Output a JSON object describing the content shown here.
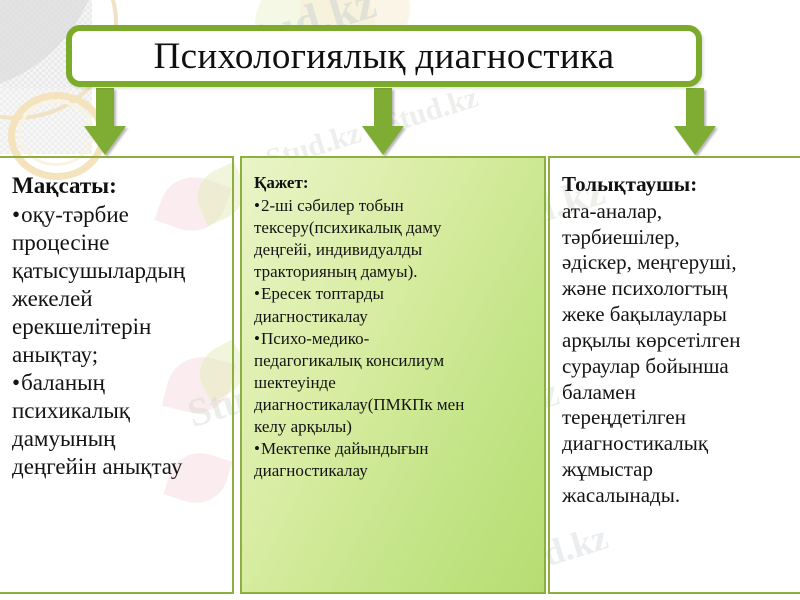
{
  "slide": {
    "title": "Психологиялық диагностика",
    "accent_color": "#7cab2c",
    "arrow_color": "#7fad34",
    "column_border_color": "#8cb03f",
    "mid_column_gradient_from": "#eaf4c8",
    "mid_column_gradient_to": "#b6dd73"
  },
  "watermarks": {
    "w1": "Stud.kz",
    "w2": "Stud.kz",
    "w3": "Stud.kz - Stud.kz",
    "w4": "Stud.kz",
    "w5": "Stud.kz",
    "w6": "Stud.kz",
    "w7": "Stud.kz",
    "w8": "Stud.kz"
  },
  "arrows": [
    {
      "name": "arrow-to-left-column",
      "label": "down-arrow"
    },
    {
      "name": "arrow-to-mid-column",
      "label": "down-arrow"
    },
    {
      "name": "arrow-to-right-column",
      "label": "down-arrow"
    }
  ],
  "columns": {
    "left": {
      "heading": "Мақсаты:",
      "lines": [
        {
          "bullet": true,
          "text": "оқу-тәрбие"
        },
        {
          "bullet": false,
          "text": "процесіне"
        },
        {
          "bullet": false,
          "text": "қатысушылардың"
        },
        {
          "bullet": false,
          "text": "жекелей"
        },
        {
          "bullet": false,
          "text": "ерекшелітерін"
        },
        {
          "bullet": false,
          "text": "анықтау;"
        },
        {
          "bullet": true,
          "text": "баланың"
        },
        {
          "bullet": false,
          "text": "психикалық"
        },
        {
          "bullet": false,
          "text": "дамуының"
        },
        {
          "bullet": false,
          "text": "деңгейін анықтау"
        }
      ]
    },
    "mid": {
      "heading": "Қажет:",
      "lines": [
        {
          "bullet": true,
          "text": "2-ші сәбилер тобын"
        },
        {
          "bullet": false,
          "text": "тексеру(психикалық даму"
        },
        {
          "bullet": false,
          "text": "деңгейі, индивидуалды"
        },
        {
          "bullet": false,
          "text": "трактория­ның дамуы)."
        },
        {
          "bullet": true,
          "text": "Ересек топтарды"
        },
        {
          "bullet": false,
          "text": "диагностикалау"
        },
        {
          "bullet": true,
          "text": "Психо-медико-"
        },
        {
          "bullet": false,
          "text": "педагогикалық консилиум"
        },
        {
          "bullet": false,
          "text": "шектеуінде"
        },
        {
          "bullet": false,
          "text": "диагностикалау(ПМКПк мен"
        },
        {
          "bullet": false,
          "text": "келу арқылы)"
        },
        {
          "bullet": true,
          "text": "Мектепке дайындығын"
        },
        {
          "bullet": false,
          "text": "диагностикалау"
        }
      ]
    },
    "right": {
      "heading": "Толықтаушы:",
      "lines": [
        {
          "bullet": false,
          "text": "ата-аналар,"
        },
        {
          "bullet": false,
          "text": "тәрбиешілер,"
        },
        {
          "bullet": false,
          "text": "әдіскер, меңгеруші,"
        },
        {
          "bullet": false,
          "text": "және психологтың"
        },
        {
          "bullet": false,
          "text": "жеке бақылаулары"
        },
        {
          "bullet": false,
          "text": "арқылы көрсетілген"
        },
        {
          "bullet": false,
          "text": "сураулар бойынша"
        },
        {
          "bullet": false,
          "text": "баламен"
        },
        {
          "bullet": false,
          "text": "тереңдетілген"
        },
        {
          "bullet": false,
          "text": "диагностикалық"
        },
        {
          "bullet": false,
          "text": "жұмыстар"
        },
        {
          "bullet": false,
          "text": "жасалынады."
        }
      ]
    }
  }
}
